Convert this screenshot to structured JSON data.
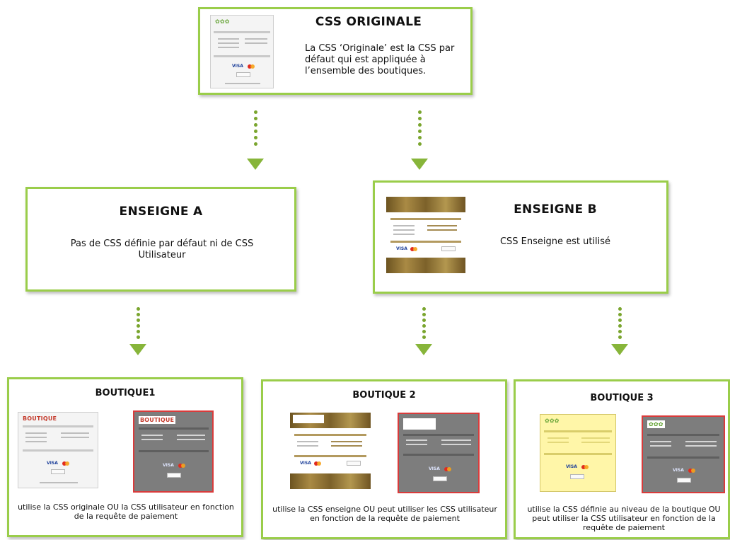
{
  "css_originale": {
    "title": "CSS ORIGINALE",
    "description": "La CSS ‘Originale’ est la CSS par défaut qui est appliquée à l’ensemble des boutiques."
  },
  "enseigne_a": {
    "title": "ENSEIGNE A",
    "description": "Pas de CSS définie par défaut ni de CSS Utilisateur"
  },
  "enseigne_b": {
    "title": "ENSEIGNE B",
    "description": "CSS Enseigne est utilisé"
  },
  "boutique1": {
    "title": "BOUTIQUE1",
    "logo": "BOUTIQUE",
    "description": "utilise la CSS originale OU la CSS utilisateur en fonction de la requête de paiement"
  },
  "boutique2": {
    "title": "BOUTIQUE 2",
    "description": "utilise la CSS enseigne OU peut utiliser les CSS utilisateur en fonction de la requête de paiement"
  },
  "boutique3": {
    "title": "BOUTIQUE 3",
    "description": "utilise la CSS définie au niveau de la boutique OU peut utiliser la CSS utilisateur en fonction de la requête de paiement"
  },
  "thumbnail_labels": {
    "visa": "VISA"
  },
  "colors": {
    "box_border": "#9acd4a",
    "arrow": "#87b53a",
    "thumb_red_border": "#d93b3b",
    "gold": "#a98a44"
  },
  "icons": [
    "payment-page-thumbnail",
    "visa-logo",
    "mastercard-logo",
    "dotted-arrow-down"
  ]
}
